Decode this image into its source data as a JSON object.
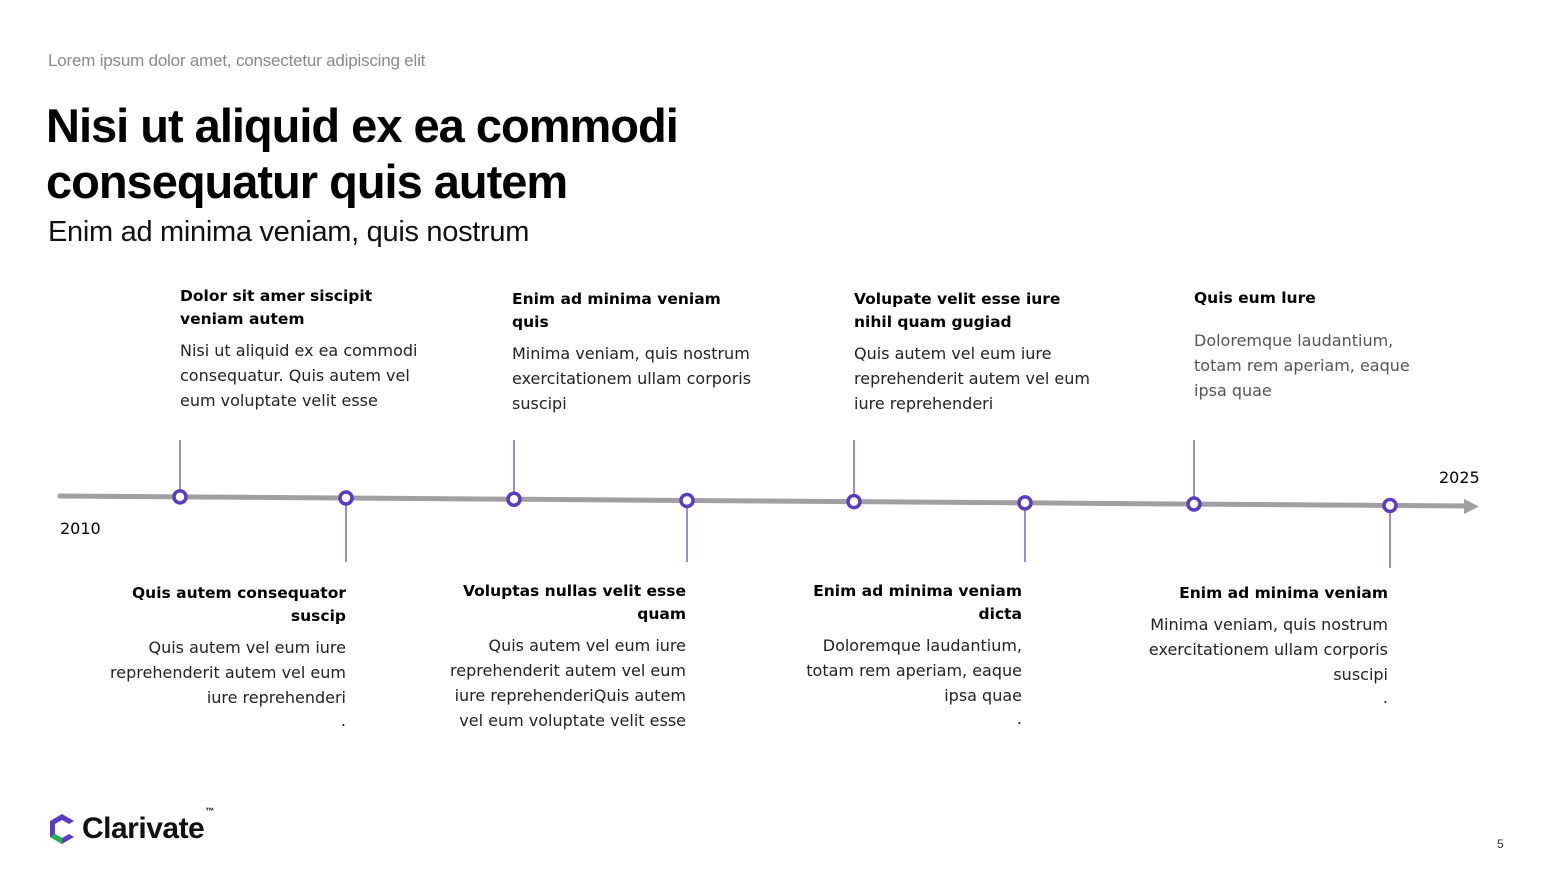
{
  "header": {
    "eyebrow": "Lorem ipsum dolor amet, consectetur adipiscing elit",
    "title": "Nisi ut aliquid ex ea commodi consequatur quis autem",
    "subtitle": "Enim ad minima veniam, quis nostrum"
  },
  "timeline": {
    "start_year": "2010",
    "end_year": "2025",
    "line_color": "#a0a0a0",
    "marker_color": "#5a3cc0"
  },
  "events_above": [
    {
      "title": "Dolor sit amer  siscipit veniam autem",
      "body": "Nisi ut aliquid ex ea commodi consequatur. Quis autem vel eum voluptate velit esse"
    },
    {
      "title": "Enim ad minima veniam quis",
      "body": "Minima veniam, quis nostrum exercitationem ullam corporis suscipi"
    },
    {
      "title": "Volupate velit esse iure nihil quam gugiad",
      "body": "Quis autem vel eum iure reprehenderit autem vel eum iure reprehenderi"
    },
    {
      "title": "Quis eum lure",
      "body": "Doloremque laudantium, totam rem aperiam, eaque ipsa quae"
    }
  ],
  "events_below": [
    {
      "title": "Quis autem consequator suscip",
      "body": "Quis autem vel eum iure reprehenderit autem vel eum iure reprehenderi",
      "trail": "."
    },
    {
      "title": "Voluptas nullas velit esse quam",
      "body": "Quis autem vel eum iure reprehenderit autem vel eum iure reprehenderiQuis autem vel eum voluptate velit esse",
      "trail": ""
    },
    {
      "title": "Enim ad minima veniam dicta",
      "body": "Doloremque laudantium, totam rem aperiam, eaque ipsa quae",
      "trail": "."
    },
    {
      "title": "Enim ad minima veniam",
      "body": "Minima veniam, quis nostrum exercitationem ullam corporis suscipi",
      "trail": "."
    }
  ],
  "footer": {
    "logo_text": "Clarivate",
    "trademark": "™",
    "page_number": "5"
  }
}
